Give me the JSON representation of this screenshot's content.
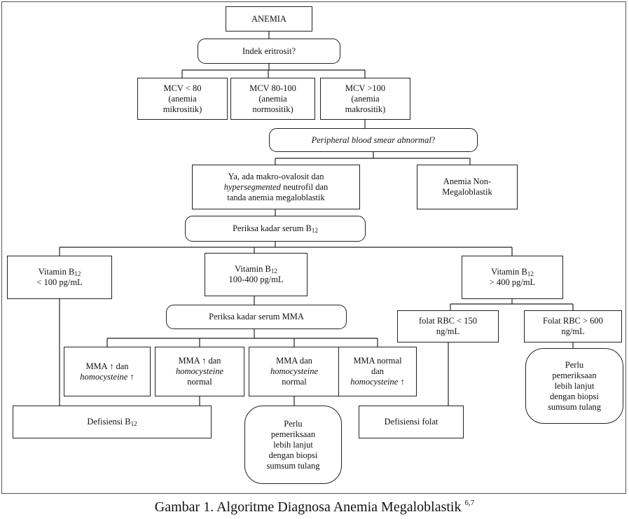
{
  "nodes": {
    "anemia": [
      "ANEMIA"
    ],
    "indeks": [
      "Indek eritrosit?"
    ],
    "mcv_low": [
      "MCV < 80",
      "(anemia",
      "mikrositik)"
    ],
    "mcv_mid": [
      "MCV 80-100",
      "(anemia",
      "normositik)"
    ],
    "mcv_high": [
      "MCV >100",
      "(anemia",
      "makrositik)"
    ],
    "smear": {
      "italic": "Peripheral blood smear abnormal",
      "rest": "?"
    },
    "yes": {
      "line1": "Ya, ada makro-ovalosit dan",
      "line2_italic": "hypersegmented",
      "line2_rest": " neutrofil dan",
      "line3": "tanda anemia megaloblastik"
    },
    "nonmega": [
      "Anemia Non-",
      "Megaloblastik"
    ],
    "serum_b12": {
      "text": "Periksa kadar serum B",
      "sub": "12"
    },
    "b12_low": {
      "text": "Vitamin B",
      "sub": "12",
      "line2": "< 100 pg/mL"
    },
    "b12_mid": {
      "text": "Vitamin B",
      "sub": "12",
      "line2": "100-400 pg/mL"
    },
    "b12_high": {
      "text": "Vitamin B",
      "sub": "12",
      "line2": "> 400 pg/mL"
    },
    "serum_mma": [
      "Periksa kadar serum MMA"
    ],
    "folat_low": [
      "folat RBC < 150",
      "ng/mL"
    ],
    "folat_high": [
      "Folat RBC > 600",
      "ng/mL"
    ],
    "mma1": {
      "line1": "MMA ↑ dan",
      "line2_italic": "homocysteine",
      "line2_rest": " ↑"
    },
    "mma2": {
      "line1": "MMA ↑ dan",
      "line2_italic": "homocysteine",
      "line3": "normal"
    },
    "mma3": {
      "line1": "MMA dan",
      "line2_italic": "homocysteine",
      "line3": "normal"
    },
    "mma4": {
      "line1": "MMA normal",
      "line2": "dan",
      "line3_italic": "homocysteine",
      "line3_rest": " ↑"
    },
    "def_b12": {
      "text": "Defisiensi B",
      "sub": "12"
    },
    "biopsy1": [
      "Perlu",
      "pemeriksaan",
      "lebih lanjut",
      "dengan biopsi",
      "sumsum tulang"
    ],
    "def_folat": [
      "Defisiensi folat"
    ],
    "biopsy2": [
      "Perlu",
      "pemeriksaan",
      "lebih lanjut",
      "dengan biopsi",
      "sumsum tulang"
    ]
  },
  "caption": {
    "text": "Gambar 1. Algoritme Diagnosa Anemia Megaloblastik ",
    "sup": "6,7"
  }
}
